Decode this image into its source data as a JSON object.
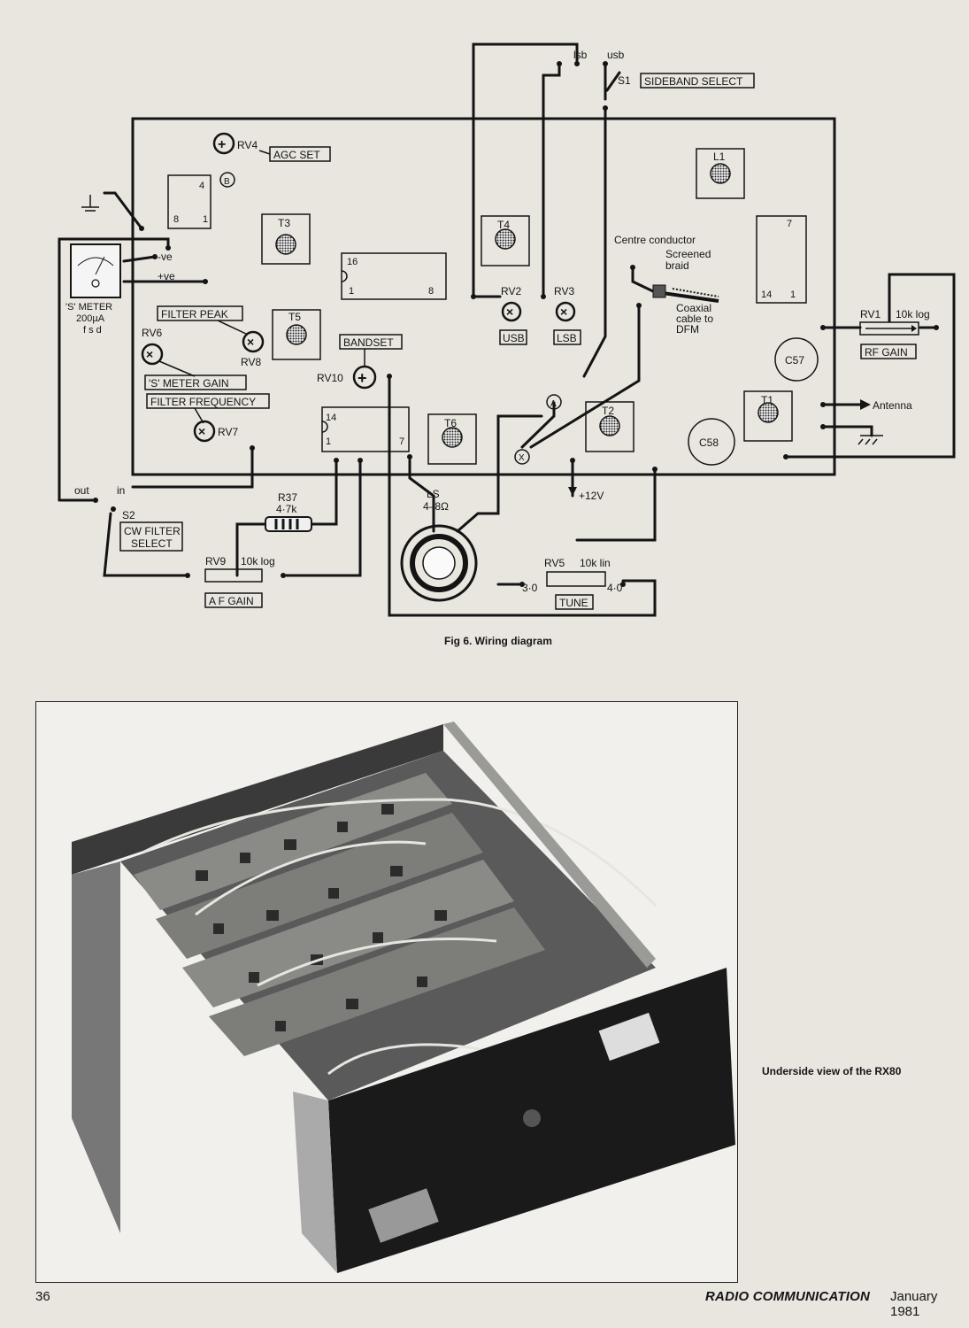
{
  "figure_caption": "Fig 6. Wiring diagram",
  "photo_caption": "Underside view of the RX80",
  "footer": {
    "page": "36",
    "publication": "RADIO COMMUNICATION",
    "date": "January 1981"
  },
  "diagram": {
    "lsb": "lsb",
    "usb": "usb",
    "s1": "S1",
    "sideband_select": "SIDEBAND SELECT",
    "rv4": "RV4",
    "agc_set": "AGC SET",
    "l1": "L1",
    "t3": "T3",
    "t4": "T4",
    "t5": "T5",
    "t6": "T6",
    "t1": "T1",
    "t2": "T2",
    "pin4": "4",
    "pin8": "8",
    "pin1": "1",
    "label_b": "B",
    "label_a": "A",
    "label_x": "X",
    "neg_ve": "-ve",
    "pos_ve": "+ve",
    "s_meter": "'S' METER",
    "meter_range": "200µA",
    "fsd": "f s d",
    "ic_pin16": "16",
    "ic_pin1": "1",
    "ic_pin8": "8",
    "ic2_pin14": "14",
    "ic2_pin1": "1",
    "ic2_pin7": "7",
    "ic3_pin7": "7",
    "ic3_pin14": "14",
    "ic3_pin1": "1",
    "rv2": "RV2",
    "rv3": "RV3",
    "usb_box": "USB",
    "lsb_box": "LSB",
    "centre_conductor": "Centre conductor",
    "screened": "Screened",
    "braid": "braid",
    "coaxial": "Coaxial",
    "cable_to": "cable to",
    "dfm": "DFM",
    "rv1": "RV1",
    "rv1_value": "10k log",
    "rf_gain": "RF GAIN",
    "filter_peak": "FILTER PEAK",
    "rv6": "RV6",
    "rv8": "RV8",
    "s_meter_gain": "'S' METER GAIN",
    "filter_frequency": "FILTER FREQUENCY",
    "rv7": "RV7",
    "bandset": "BANDSET",
    "rv10": "RV10",
    "c57": "C57",
    "c58": "C58",
    "antenna": "Antenna",
    "out": "out",
    "in": "in",
    "s2": "S2",
    "cw_filter": "CW FILTER",
    "select": "SELECT",
    "r37": "R37",
    "r37_value": "4·7k",
    "ls": "LS",
    "ls_value": "4–8Ω",
    "plus12v": "+12V",
    "rv9": "RV9",
    "rv9_value": "10k log",
    "af_gain": "A F GAIN",
    "rv5": "RV5",
    "rv5_value": "10k lin",
    "v30": "3·0",
    "v40": "4·0",
    "tune": "TUNE"
  }
}
